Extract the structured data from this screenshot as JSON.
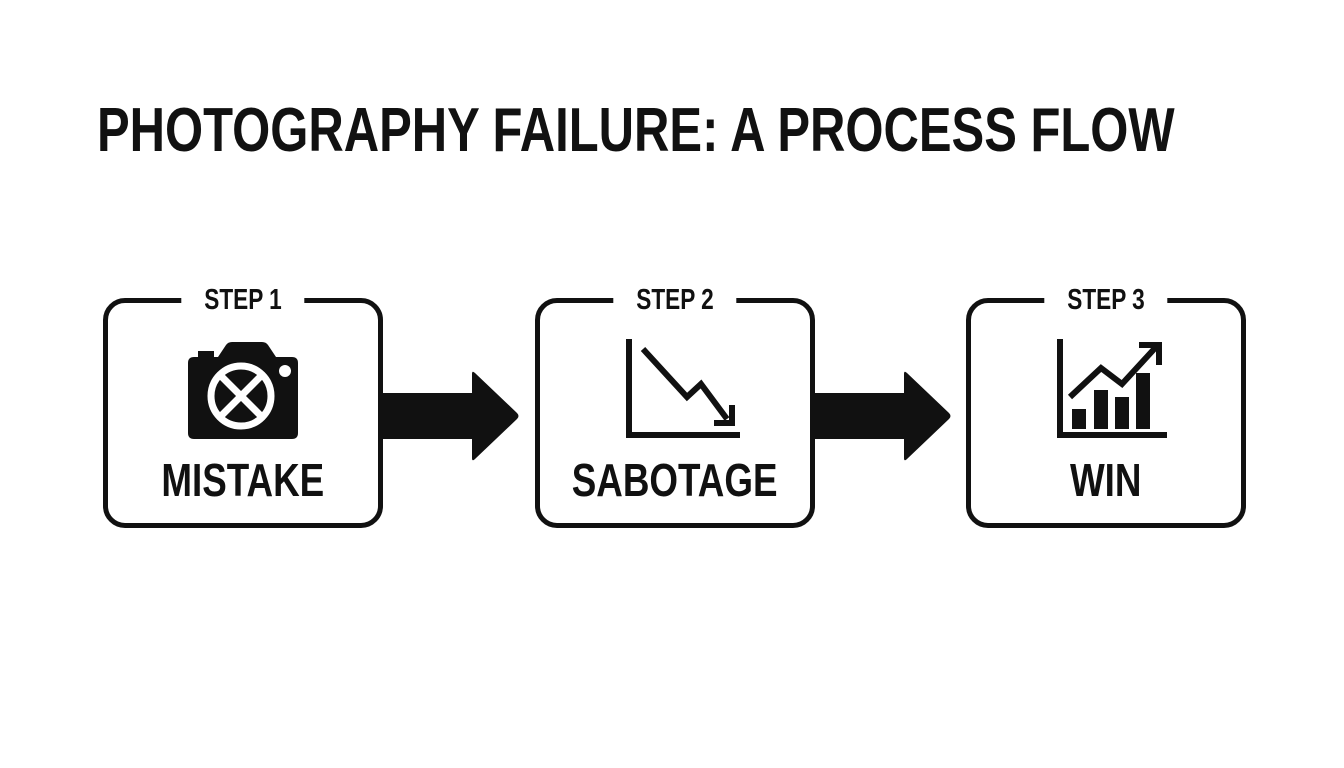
{
  "title": "PHOTOGRAPHY FAILURE: A PROCESS FLOW",
  "colors": {
    "ink": "#111111",
    "background": "#ffffff"
  },
  "steps": [
    {
      "tag": "STEP 1",
      "label": "MISTAKE",
      "icon": "camera-x-icon"
    },
    {
      "tag": "STEP 2",
      "label": "SABOTAGE",
      "icon": "chart-down-icon"
    },
    {
      "tag": "STEP 3",
      "label": "WIN",
      "icon": "chart-up-icon"
    }
  ],
  "connectors": [
    {
      "from": "STEP 1",
      "to": "STEP 2",
      "icon": "arrow-right-icon"
    },
    {
      "from": "STEP 2",
      "to": "STEP 3",
      "icon": "arrow-right-icon"
    }
  ]
}
